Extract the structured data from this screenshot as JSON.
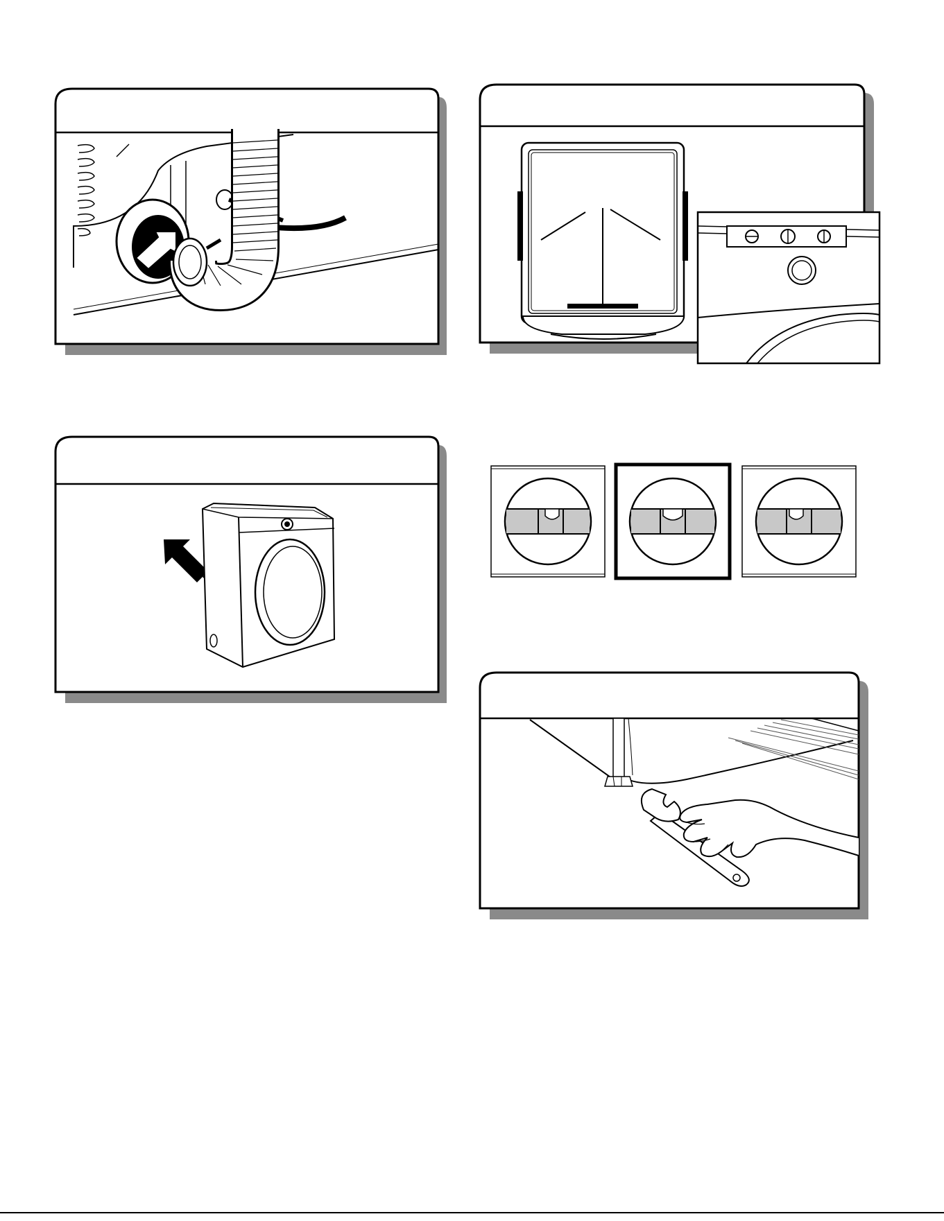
{
  "page": {
    "footer_text": "",
    "colors": {
      "line": "#000000",
      "shadow": "#8a8a8a",
      "bubble_band": "#c8c8c8",
      "paper": "#ffffff"
    }
  },
  "figures": [
    {
      "id": "connect-vent-duct",
      "icon": "vent-duct-connection-illustration"
    },
    {
      "id": "set-level-on-top",
      "icon": "level-on-dryer-top-illustration"
    },
    {
      "id": "slide-dryer-into-place",
      "icon": "dryer-push-arrow-illustration"
    },
    {
      "id": "level-bubble-positions",
      "icon": "level-bubble-indicators"
    },
    {
      "id": "adjust-leveling-legs",
      "icon": "wrench-leveling-leg-illustration"
    }
  ]
}
